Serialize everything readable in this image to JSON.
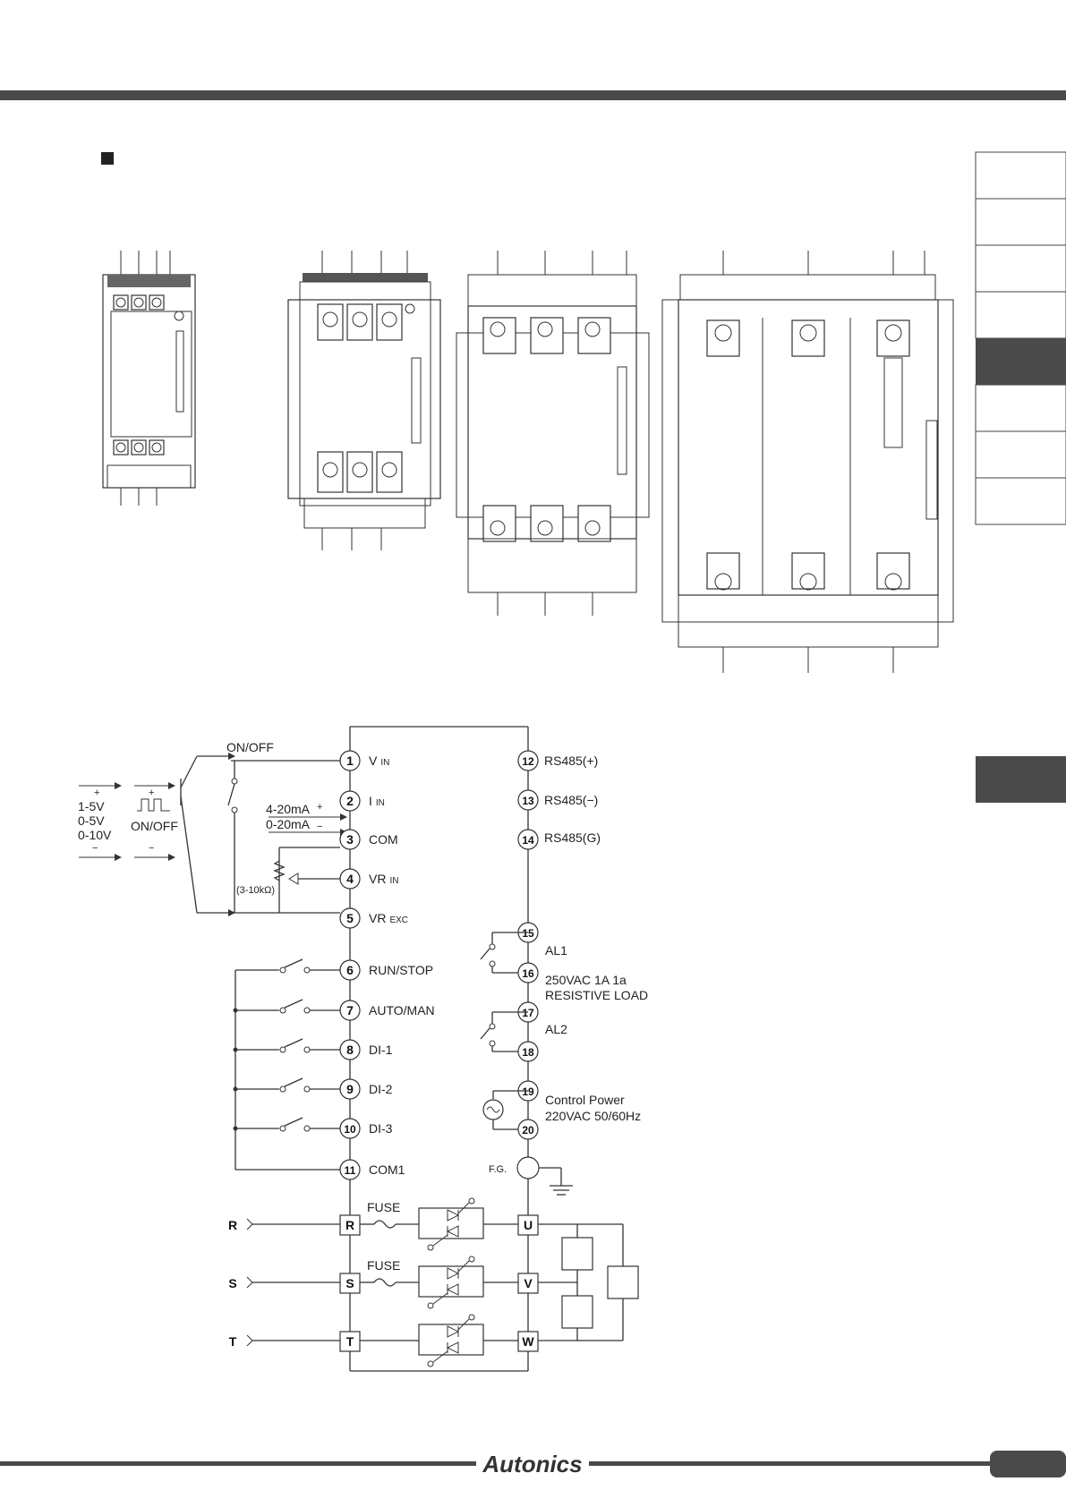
{
  "brand": {
    "logo_text": "Autonics"
  },
  "colors": {
    "band": "#4a4a4a",
    "active_tab": "#4a4a4a",
    "line": "#333333"
  },
  "diagram": {
    "left_inputs": {
      "voltage_ranges": [
        "1-5V",
        "0-5V",
        "0-10V"
      ],
      "plus": "+",
      "minus": "−",
      "pulse_on_off": "ON/OFF",
      "top_on_off": "ON/OFF",
      "current_ranges": [
        "4-20mA",
        "0-20mA"
      ],
      "pot_value": "(3-10kΩ)"
    },
    "left_terminals": [
      {
        "num": "1",
        "main": "V",
        "sub": "IN"
      },
      {
        "num": "2",
        "main": "I",
        "sub": "IN"
      },
      {
        "num": "3",
        "main": "COM",
        "sub": ""
      },
      {
        "num": "4",
        "main": "VR",
        "sub": "IN"
      },
      {
        "num": "5",
        "main": "VR",
        "sub": "EXC"
      },
      {
        "num": "6",
        "main": "RUN/STOP",
        "sub": ""
      },
      {
        "num": "7",
        "main": "AUTO/MAN",
        "sub": ""
      },
      {
        "num": "8",
        "main": "DI-1",
        "sub": ""
      },
      {
        "num": "9",
        "main": "DI-2",
        "sub": ""
      },
      {
        "num": "10",
        "main": "DI-3",
        "sub": ""
      },
      {
        "num": "11",
        "main": "COM1",
        "sub": ""
      }
    ],
    "right_terminals": [
      {
        "num": "12",
        "label": "RS485(+)"
      },
      {
        "num": "13",
        "label": "RS485(−)"
      },
      {
        "num": "14",
        "label": "RS485(G)"
      },
      {
        "num": "15",
        "label": ""
      },
      {
        "num": "16",
        "label": ""
      },
      {
        "num": "17",
        "label": ""
      },
      {
        "num": "18",
        "label": ""
      },
      {
        "num": "19",
        "label": ""
      },
      {
        "num": "20",
        "label": ""
      }
    ],
    "alarm1_label": "AL1",
    "alarm_rating": [
      "250VAC 1A 1a",
      "RESISTIVE LOAD"
    ],
    "alarm2_label": "AL2",
    "control_power": [
      "Control Power",
      "220VAC 50/60Hz"
    ],
    "fg_label": "F.G.",
    "power_phases": [
      {
        "line": "R",
        "in": "R",
        "out": "U",
        "fuse": "FUSE"
      },
      {
        "line": "S",
        "in": "S",
        "out": "V",
        "fuse": "FUSE"
      },
      {
        "line": "T",
        "in": "T",
        "out": "W",
        "fuse": ""
      }
    ]
  }
}
